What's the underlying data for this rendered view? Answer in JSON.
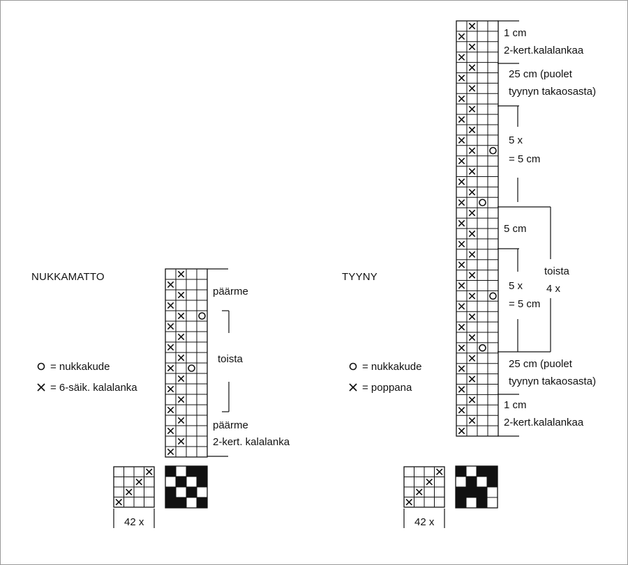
{
  "nukkamatto": {
    "title": "NUKKAMATTO",
    "legend": [
      {
        "symbol": "o",
        "text": "= nukkakude"
      },
      {
        "symbol": "x",
        "text": "= 6-säik. kalalanka"
      }
    ],
    "labels": {
      "paarme_top": "päärme",
      "toista": "toista",
      "paarme_bottom": "päärme",
      "bottom_thread": "2-kert. kalalanka"
    },
    "threading_repeat": "42 x"
  },
  "tyyny": {
    "title": "TYYNY",
    "legend": [
      {
        "symbol": "o",
        "text": "= nukkakude"
      },
      {
        "symbol": "x",
        "text": "= poppana"
      }
    ],
    "labels": {
      "top_1cm": "1 cm",
      "top_thread": "2-kert.kalalankaa",
      "top_25cm_1": "25 cm (puolet",
      "top_25cm_2": "tyynyn takaosasta)",
      "rep1_1": "5 x",
      "rep1_2": "= 5 cm",
      "mid_5cm": "5 cm",
      "toista_1": "toista",
      "toista_2": "4 x",
      "rep2_1": "5 x",
      "rep2_2": "= 5 cm",
      "bot_25cm_1": "25 cm (puolet",
      "bot_25cm_2": "tyynyn takaosasta)",
      "bot_1cm": "1 cm",
      "bot_thread": "2-kert.kalalankaa"
    },
    "threading_repeat": "42 x"
  }
}
